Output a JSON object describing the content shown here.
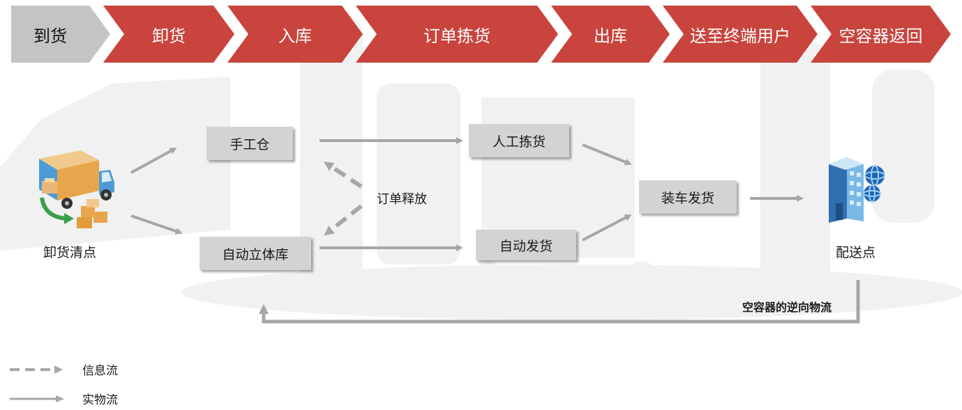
{
  "process_steps": [
    {
      "label": "到货",
      "state": "current"
    },
    {
      "label": "卸货",
      "state": "step"
    },
    {
      "label": "入库",
      "state": "step"
    },
    {
      "label": "订单拣货",
      "state": "step"
    },
    {
      "label": "出库",
      "state": "step"
    },
    {
      "label": "送至终端用户",
      "state": "step"
    },
    {
      "label": "空容器返回",
      "state": "step"
    }
  ],
  "nodes": {
    "unloading": {
      "label": "卸货清点",
      "icon": "truck-unloading-icon"
    },
    "manual_warehouse": {
      "label": "手工仓"
    },
    "auto_warehouse": {
      "label": "自动立体库"
    },
    "manual_picking": {
      "label": "人工拣货"
    },
    "auto_shipping": {
      "label": "自动发货"
    },
    "loading": {
      "label": "装车发货"
    },
    "delivery_point": {
      "label": "配送点",
      "icon": "building-network-icon"
    }
  },
  "annotations": {
    "order_release": "订单释放",
    "reverse_flow": "空容器的逆向物流"
  },
  "legend": {
    "info_flow": "信息流",
    "physical_flow": "实物流"
  },
  "colors": {
    "step_red": "#c8443c",
    "step_gray": "#c4c4c4",
    "box_gray": "#d3d3d3",
    "arrow_gray": "#a6a6a6"
  }
}
